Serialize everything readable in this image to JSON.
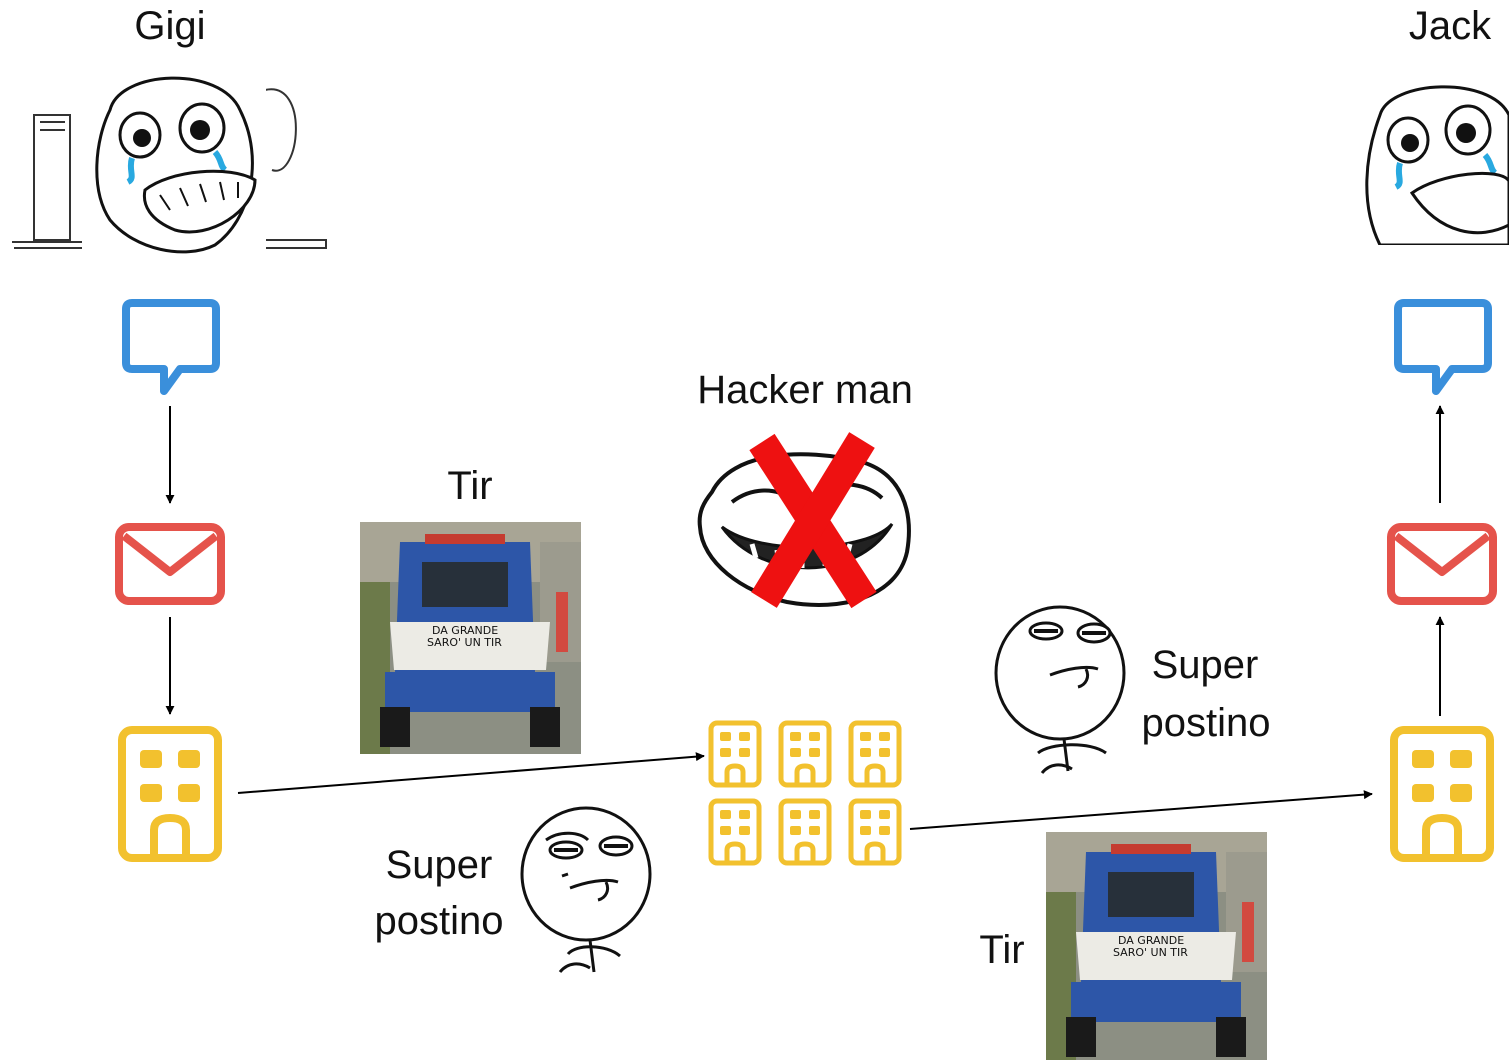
{
  "nodes": {
    "sender": {
      "name": "Gigi"
    },
    "receiver": {
      "name": "Jack"
    },
    "attacker": {
      "name": "Hacker man"
    },
    "vehicle_1": {
      "label": "Tir",
      "plate_line_1": "DA    GRANDE",
      "plate_line_2": "SARO'   UN   TIR"
    },
    "vehicle_2": {
      "label": "Tir",
      "plate_line_1": "DA    GRANDE",
      "plate_line_2": "SARO'   UN   TIR"
    },
    "courier_1": {
      "label_line_1": "Super",
      "label_line_2": "postino"
    },
    "courier_2": {
      "label_line_1": "Super",
      "label_line_2": "postino"
    }
  },
  "icons": {
    "chat": "chat-bubble-icon",
    "mail": "envelope-icon",
    "office": "office-building-icon"
  },
  "colors": {
    "chat": "#3A8FDB",
    "mail": "#E5534B",
    "office": "#F2C12E",
    "office_stroke": "#D9A715",
    "cross": "#EE1111",
    "arrow": "#000000",
    "truck": "#2D56A8"
  }
}
